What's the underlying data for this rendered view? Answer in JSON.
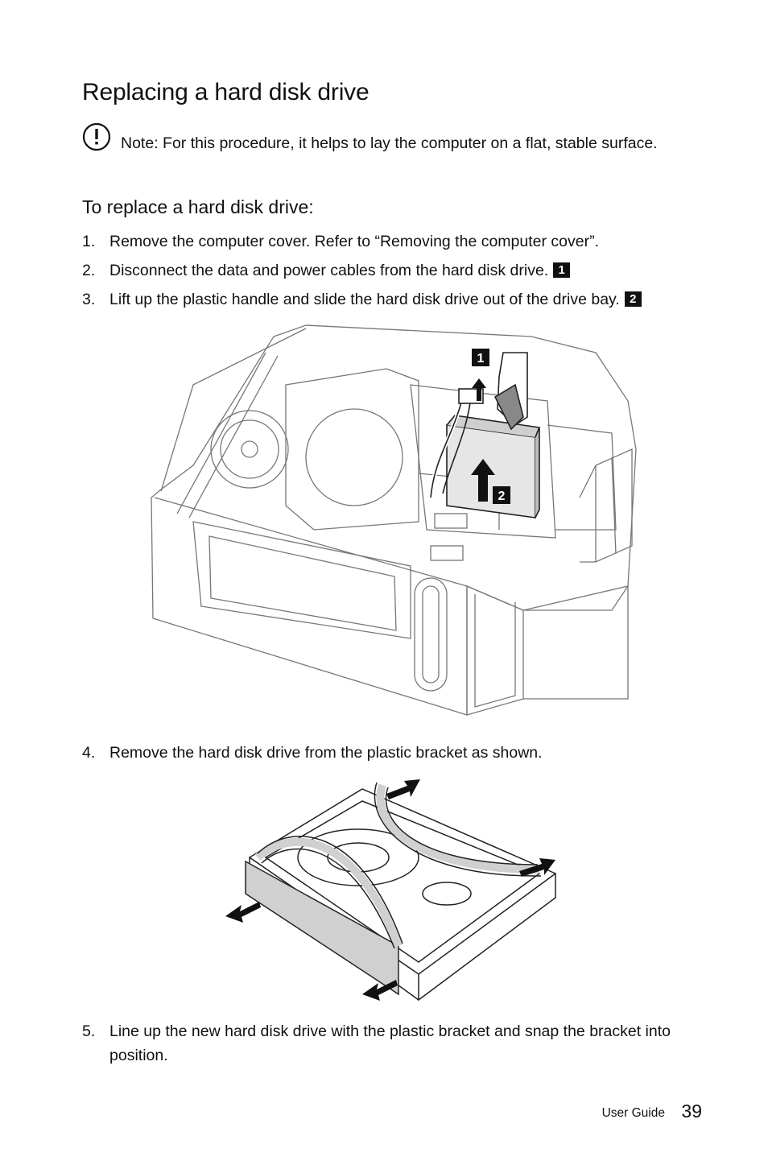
{
  "page": {
    "title": "Replacing a hard disk drive",
    "note_label": "Note:",
    "note_text": "For this procedure, it helps to lay the computer on a flat, stable surface.",
    "subtitle": "To replace a hard disk drive:",
    "steps": [
      {
        "num": "1.",
        "text": "Remove the computer cover. Refer to “Removing the computer cover”.",
        "badge": ""
      },
      {
        "num": "2.",
        "text": "Disconnect the data and power cables from the hard disk drive.",
        "badge": "1"
      },
      {
        "num": "3.",
        "text": "Lift up the plastic handle and slide the hard disk drive out of the drive bay.",
        "badge": "2"
      },
      {
        "num": "4.",
        "text": "Remove the hard disk drive from the plastic bracket as shown.",
        "badge": ""
      },
      {
        "num": "5.",
        "text": "Line up the new hard disk drive with the plastic bracket and snap the bracket into position.",
        "badge": ""
      }
    ],
    "figure1_callouts": [
      "1",
      "2"
    ],
    "footer_label": "User Guide",
    "page_number": "39"
  }
}
